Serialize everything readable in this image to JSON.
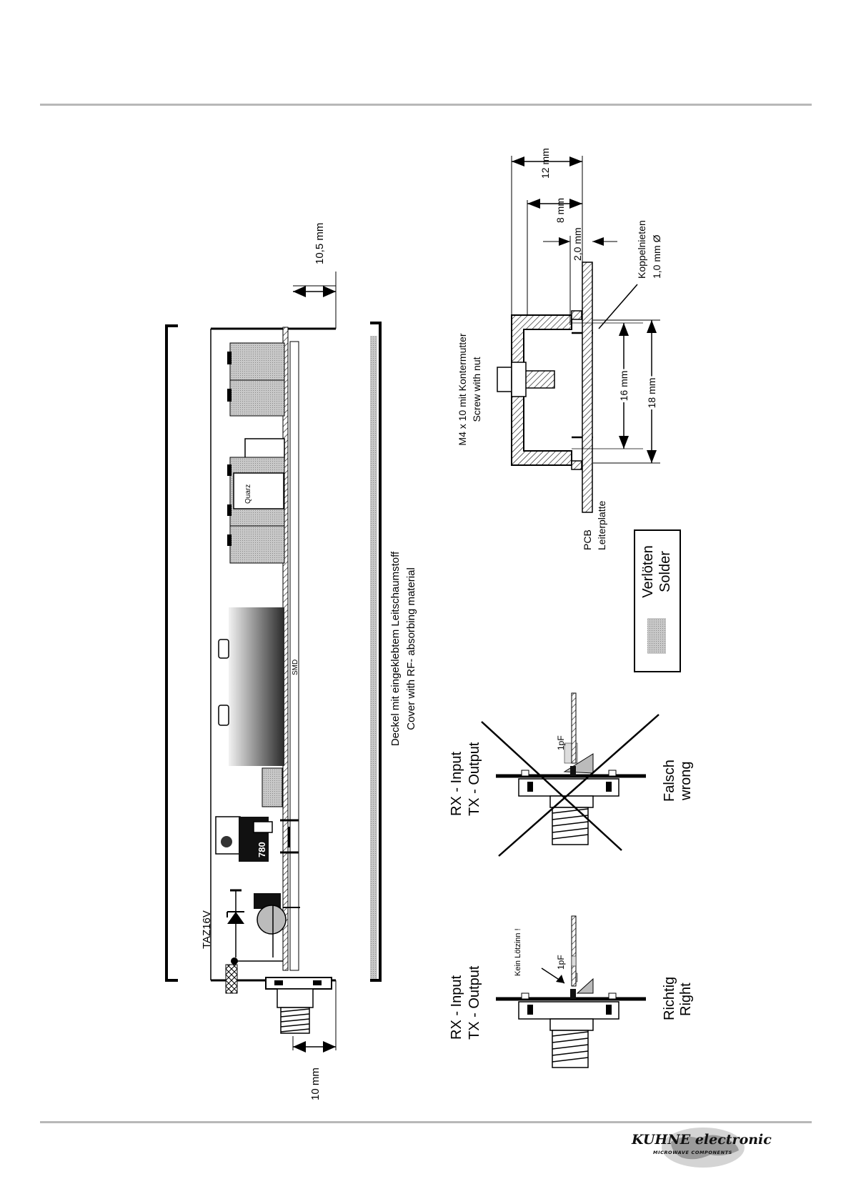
{
  "labels": {
    "dim_left": "10 mm",
    "dim_right": "10,5 mm",
    "taz": "TAZ16V",
    "regulator": "780",
    "smd": "SMD",
    "quarz": "Quarz",
    "cover_de": "Deckel mit eingeklebtem Leitschaumstoff",
    "cover_en": "Cover with RF- absorbing material",
    "rx_input_1": "RX - Input",
    "tx_output_1": "TX - Output",
    "rx_input_2": "RX - Input",
    "tx_output_2": "TX - Output",
    "kein_lotzinn": "Kein Lötzinn !",
    "cap_1": "1pF",
    "cap_2": "1pF",
    "richtig": "Richtig",
    "right": "Right",
    "falsch": "Falsch",
    "wrong": "wrong",
    "legend_de": "Verlöten",
    "legend_en": "Solder",
    "screw_de": "M4 x 10 mit Kontermutter",
    "screw_en": "Screw with nut",
    "pcb": "PCB",
    "leiterplatte": "Leiterplatte",
    "koppel_de": "Koppelnieten",
    "koppel_dia": "1,0 mm Ø",
    "dim_16": "16 mm",
    "dim_18": "18 mm",
    "dim_12": "12 mm",
    "dim_8": "8 mm",
    "dim_2": "2,0 mm"
  },
  "logo": {
    "name": "KUHNE electronic",
    "tagline": "MICROWAVE COMPONENTS"
  }
}
